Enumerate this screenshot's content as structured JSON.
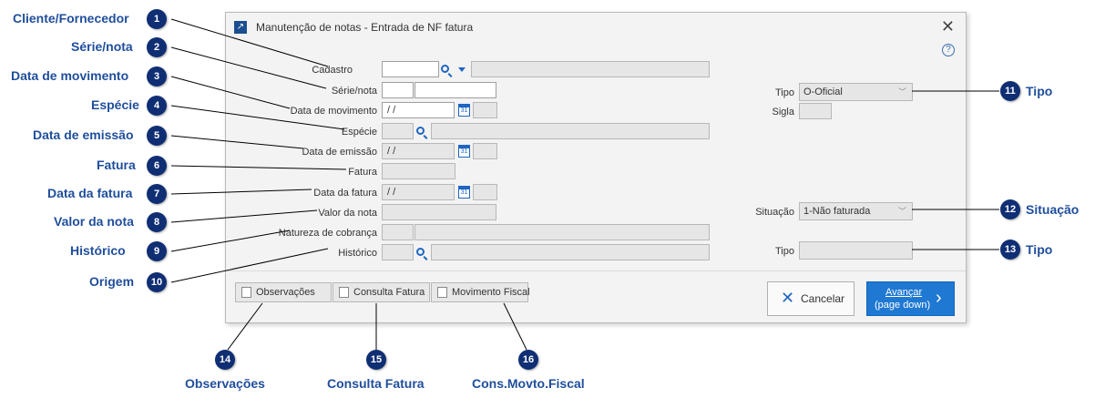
{
  "window": {
    "title": "Manutenção de notas - Entrada de NF fatura",
    "icon": "app-arrow-icon",
    "close_glyph": "✕",
    "help_glyph": "?"
  },
  "form": {
    "cadastro_label": "Cadastro",
    "serie_label": "Série/nota",
    "data_movimento_label": "Data de movimento",
    "data_movimento_value": " / /",
    "especie_label": "Espécie",
    "data_emissao_label": "Data de emissão",
    "data_emissao_value": " / /",
    "fatura_label": "Fatura",
    "data_fatura_label": "Data da fatura",
    "data_fatura_value": " / /",
    "valor_label": "Valor da nota",
    "natureza_label": "Natureza de cobrança",
    "historico_label": "Histórico",
    "tipo_label": "Tipo",
    "tipo_value": "O-Oficial",
    "sigla_label": "Sigla",
    "situacao_label": "Situação",
    "situacao_value": "1-Não faturada",
    "tipo2_label": "Tipo",
    "calendar_glyph": "31"
  },
  "footer": {
    "observacoes_label": "Observações",
    "consulta_fatura_label": "Consulta Fatura",
    "movimento_fiscal_label": "Movimento Fiscal",
    "cancelar_label": "Cancelar",
    "avancar_label": "Avançar",
    "avancar_hint": "(page down)",
    "cancel_glyph": "✕",
    "advance_glyph": "›"
  },
  "callouts": [
    {
      "n": "1",
      "label": "Cliente/Fornecedor"
    },
    {
      "n": "2",
      "label": "Série/nota"
    },
    {
      "n": "3",
      "label": "Data de movimento"
    },
    {
      "n": "4",
      "label": "Espécie"
    },
    {
      "n": "5",
      "label": "Data de emissão"
    },
    {
      "n": "6",
      "label": "Fatura"
    },
    {
      "n": "7",
      "label": "Data da fatura"
    },
    {
      "n": "8",
      "label": "Valor da nota"
    },
    {
      "n": "9",
      "label": "Histórico"
    },
    {
      "n": "10",
      "label": "Origem"
    },
    {
      "n": "11",
      "label": "Tipo"
    },
    {
      "n": "12",
      "label": "Situação"
    },
    {
      "n": "13",
      "label": "Tipo"
    },
    {
      "n": "14",
      "label": "Observações"
    },
    {
      "n": "15",
      "label": "Consulta Fatura"
    },
    {
      "n": "16",
      "label": "Cons.Movto.Fiscal"
    }
  ],
  "colors": {
    "callout_text": "#1f4e9c",
    "badge": "#0f2e73",
    "accent": "#1f78d1"
  }
}
